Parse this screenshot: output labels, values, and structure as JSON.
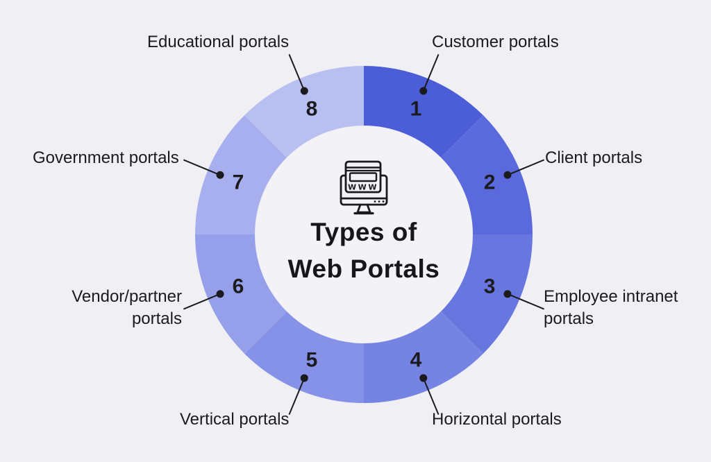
{
  "page": {
    "background_color": "#EFEFF4",
    "inner_circle_color": "#F2F2F7",
    "ink_color": "#1B1B1E"
  },
  "center": {
    "title_line1": "Types of",
    "title_line2": "Web Portals",
    "icon": "monitor-browser-www-icon",
    "icon_text": "WWW"
  },
  "segments": [
    {
      "number": "1",
      "label": "Customer portals",
      "color": "#4C5ED7"
    },
    {
      "number": "2",
      "label": "Client portals",
      "color": "#5A6ADC"
    },
    {
      "number": "3",
      "label": "Employee intranet portals",
      "color": "#6877E0"
    },
    {
      "number": "4",
      "label": "Horizontal portals",
      "color": "#7583E3"
    },
    {
      "number": "5",
      "label": "Vertical portals",
      "color": "#8592E7"
    },
    {
      "number": "6",
      "label": "Vendor/partner portals",
      "color": "#96A0EA"
    },
    {
      "number": "7",
      "label": "Government portals",
      "color": "#A7AFEE"
    },
    {
      "number": "8",
      "label": "Educational portals",
      "color": "#B8BFF1"
    }
  ]
}
